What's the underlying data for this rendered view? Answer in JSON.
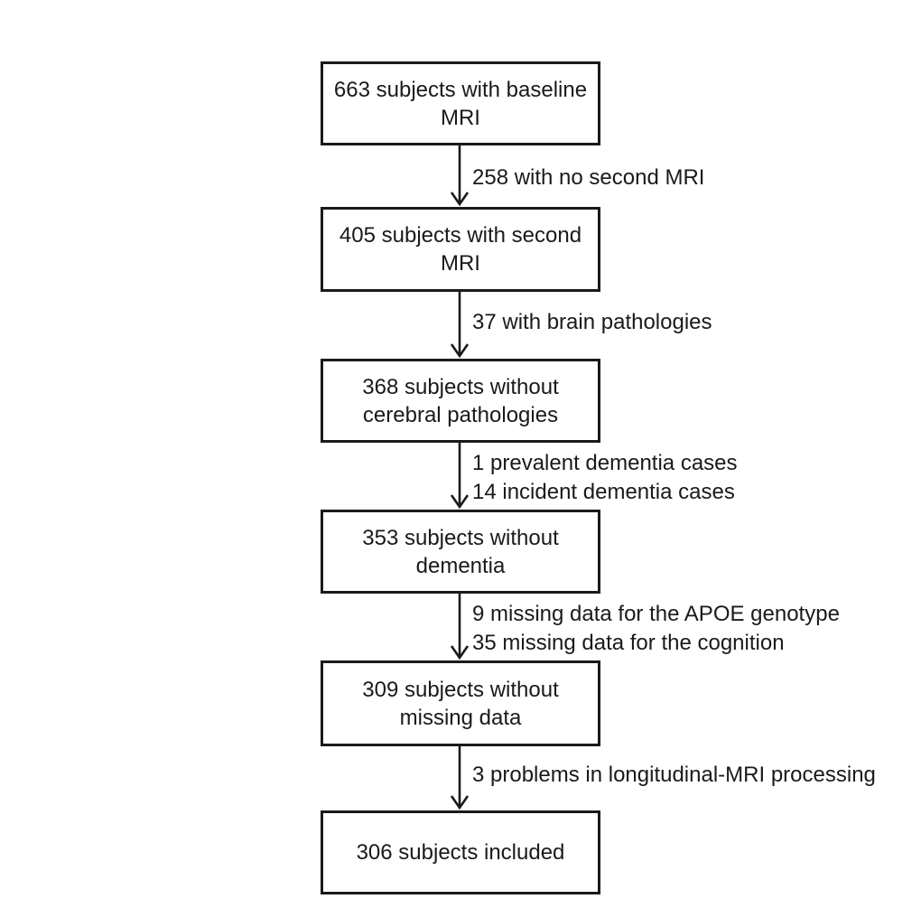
{
  "colors": {
    "ink": "#1a1a1a",
    "background": "#ffffff"
  },
  "boxes": [
    {
      "id": "baseline-mri",
      "lines": [
        "663 subjects with baseline",
        "MRI"
      ]
    },
    {
      "id": "second-mri",
      "lines": [
        "405 subjects with second",
        "MRI"
      ]
    },
    {
      "id": "no-cerebral-pathologies",
      "lines": [
        "368 subjects without",
        "cerebral pathologies"
      ]
    },
    {
      "id": "no-dementia",
      "lines": [
        "353 subjects without",
        "dementia"
      ]
    },
    {
      "id": "no-missing-data",
      "lines": [
        "309 subjects without",
        "missing data"
      ]
    },
    {
      "id": "included",
      "lines": [
        "306 subjects included"
      ]
    }
  ],
  "arrows": [
    {
      "from": "baseline-mri",
      "to": "second-mri",
      "label_lines": [
        "258 with no second MRI"
      ]
    },
    {
      "from": "second-mri",
      "to": "no-cerebral-pathologies",
      "label_lines": [
        "37 with brain pathologies"
      ]
    },
    {
      "from": "no-cerebral-pathologies",
      "to": "no-dementia",
      "label_lines": [
        "1 prevalent dementia cases",
        "14 incident dementia cases"
      ]
    },
    {
      "from": "no-dementia",
      "to": "no-missing-data",
      "label_lines": [
        "9 missing data for the APOE genotype",
        "35 missing data for the cognition"
      ]
    },
    {
      "from": "no-missing-data",
      "to": "included",
      "label_lines": [
        "3 problems in longitudinal-MRI processing"
      ]
    }
  ]
}
